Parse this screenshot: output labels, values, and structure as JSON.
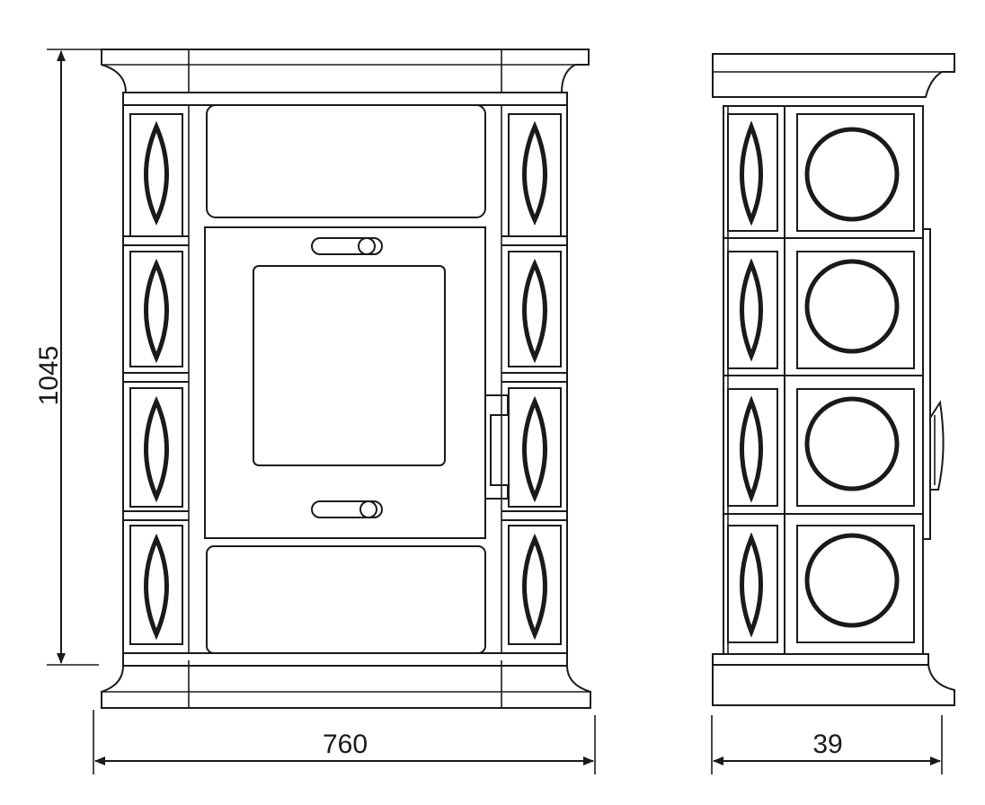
{
  "dimensions": {
    "height": "1045",
    "front_width": "760",
    "side_depth": "39"
  }
}
